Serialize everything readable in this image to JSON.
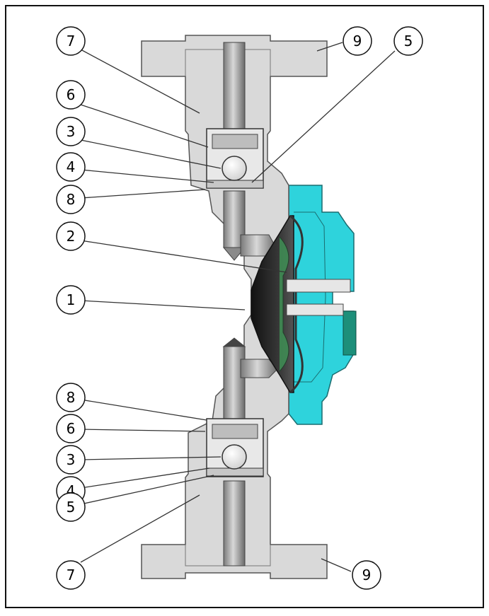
{
  "figure": {
    "callouts": [
      {
        "label": "7",
        "part": "top-flange-body"
      },
      {
        "label": "9",
        "part": "top-flange"
      },
      {
        "label": "5",
        "part": "top-valve-retainer"
      },
      {
        "label": "6",
        "part": "top-valve-housing"
      },
      {
        "label": "3",
        "part": "top-valve-ball"
      },
      {
        "label": "4",
        "part": "top-valve-seat"
      },
      {
        "label": "8",
        "part": "top-valve-oring"
      },
      {
        "label": "2",
        "part": "diaphragm"
      },
      {
        "label": "1",
        "part": "pump-chamber"
      },
      {
        "label": "8",
        "part": "bottom-valve-oring"
      },
      {
        "label": "6",
        "part": "bottom-valve-housing"
      },
      {
        "label": "3",
        "part": "bottom-valve-ball"
      },
      {
        "label": "4",
        "part": "bottom-valve-seat"
      },
      {
        "label": "5",
        "part": "bottom-valve-retainer"
      },
      {
        "label": "7",
        "part": "bottom-flange-body"
      },
      {
        "label": "9",
        "part": "bottom-flange"
      }
    ],
    "colors": {
      "body": "#d9d9d9",
      "body_stroke": "#555555",
      "drive_housing": "#2ed3dc",
      "rod": "#9a9a9a",
      "diaphragm": "#2b2b2b",
      "ball": "#f4f4f4",
      "leader": "#333333"
    }
  }
}
